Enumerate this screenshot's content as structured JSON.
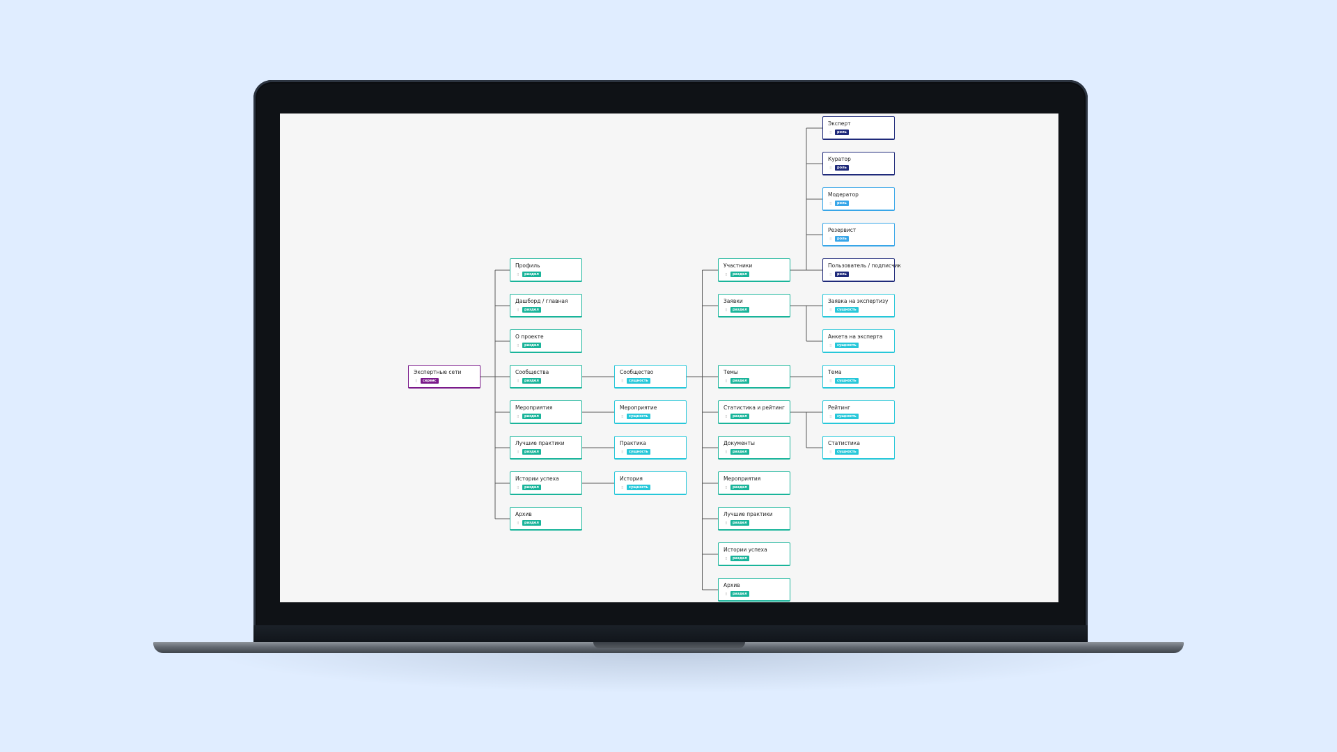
{
  "colors": {
    "page_background": "#e0edff",
    "canvas_background": "#f6f6f6",
    "connector": "#5a5a5a",
    "service": "#7a1a8a",
    "section": "#19b49a",
    "entity": "#26c7d9",
    "role_dark": "#1f2a7a",
    "role_light": "#38a6e8"
  },
  "tags": {
    "service": "сервис",
    "section": "раздел",
    "entity": "сущность",
    "role": "роль"
  },
  "nodes": [
    {
      "id": "root",
      "label": "Экспертные сети",
      "tag": "service",
      "col": 0,
      "row": 7
    },
    {
      "id": "profile",
      "label": "Профиль",
      "tag": "section",
      "col": 1,
      "row": 4
    },
    {
      "id": "dashboard",
      "label": "Дашборд / главная",
      "tag": "section",
      "col": 1,
      "row": 5
    },
    {
      "id": "about",
      "label": "О проекте",
      "tag": "section",
      "col": 1,
      "row": 6
    },
    {
      "id": "communities",
      "label": "Сообщества",
      "tag": "section",
      "col": 1,
      "row": 7
    },
    {
      "id": "events",
      "label": "Мероприятия",
      "tag": "section",
      "col": 1,
      "row": 8
    },
    {
      "id": "practices",
      "label": "Лучшие практики",
      "tag": "section",
      "col": 1,
      "row": 9
    },
    {
      "id": "stories",
      "label": "Истории успеха",
      "tag": "section",
      "col": 1,
      "row": 10
    },
    {
      "id": "archive",
      "label": "Архив",
      "tag": "section",
      "col": 1,
      "row": 11
    },
    {
      "id": "community",
      "label": "Сообщество",
      "tag": "entity",
      "col": 2,
      "row": 7
    },
    {
      "id": "event",
      "label": "Мероприятие",
      "tag": "entity",
      "col": 2,
      "row": 8
    },
    {
      "id": "practice",
      "label": "Практика",
      "tag": "entity",
      "col": 2,
      "row": 9
    },
    {
      "id": "story",
      "label": "История",
      "tag": "entity",
      "col": 2,
      "row": 10
    },
    {
      "id": "participants",
      "label": "Участники",
      "tag": "section",
      "col": 3,
      "row": 4
    },
    {
      "id": "requests",
      "label": "Заявки",
      "tag": "section",
      "col": 3,
      "row": 5
    },
    {
      "id": "topics",
      "label": "Темы",
      "tag": "section",
      "col": 3,
      "row": 7
    },
    {
      "id": "stats_rating",
      "label": "Статистика и рейтинг",
      "tag": "section",
      "col": 3,
      "row": 8
    },
    {
      "id": "documents",
      "label": "Документы",
      "tag": "section",
      "col": 3,
      "row": 9
    },
    {
      "id": "c_events",
      "label": "Мероприятия",
      "tag": "section",
      "col": 3,
      "row": 10
    },
    {
      "id": "c_practices",
      "label": "Лучшие практики",
      "tag": "section",
      "col": 3,
      "row": 11
    },
    {
      "id": "c_stories",
      "label": "Истории успеха",
      "tag": "section",
      "col": 3,
      "row": 12
    },
    {
      "id": "c_archive",
      "label": "Архив",
      "tag": "section",
      "col": 3,
      "row": 13
    },
    {
      "id": "expert",
      "label": "Эксперт",
      "tag": "role",
      "tone": "dark",
      "col": 4,
      "row": 0
    },
    {
      "id": "curator",
      "label": "Куратор",
      "tag": "role",
      "tone": "dark",
      "col": 4,
      "row": 1
    },
    {
      "id": "moderator",
      "label": "Модератор",
      "tag": "role",
      "tone": "light",
      "col": 4,
      "row": 2
    },
    {
      "id": "reservist",
      "label": "Резервист",
      "tag": "role",
      "tone": "light",
      "col": 4,
      "row": 3
    },
    {
      "id": "users",
      "label": "Пользователь / подписчик",
      "tag": "role",
      "tone": "dark",
      "col": 4,
      "row": 4
    },
    {
      "id": "expertise_request",
      "label": "Заявка на экспертизу",
      "tag": "entity",
      "col": 4,
      "row": 5
    },
    {
      "id": "expert_form",
      "label": "Анкета на эксперта",
      "tag": "entity",
      "col": 4,
      "row": 6
    },
    {
      "id": "topic",
      "label": "Тема",
      "tag": "entity",
      "col": 4,
      "row": 7
    },
    {
      "id": "rating",
      "label": "Рейтинг",
      "tag": "entity",
      "col": 4,
      "row": 8
    },
    {
      "id": "statistics",
      "label": "Статистика",
      "tag": "entity",
      "col": 4,
      "row": 9
    }
  ],
  "edges": [
    [
      "root",
      "profile"
    ],
    [
      "root",
      "dashboard"
    ],
    [
      "root",
      "about"
    ],
    [
      "root",
      "communities"
    ],
    [
      "root",
      "events"
    ],
    [
      "root",
      "practices"
    ],
    [
      "root",
      "stories"
    ],
    [
      "root",
      "archive"
    ],
    [
      "communities",
      "community"
    ],
    [
      "events",
      "event"
    ],
    [
      "practices",
      "practice"
    ],
    [
      "stories",
      "story"
    ],
    [
      "community",
      "participants"
    ],
    [
      "community",
      "requests"
    ],
    [
      "community",
      "topics"
    ],
    [
      "community",
      "stats_rating"
    ],
    [
      "community",
      "documents"
    ],
    [
      "community",
      "c_events"
    ],
    [
      "community",
      "c_practices"
    ],
    [
      "community",
      "c_stories"
    ],
    [
      "community",
      "c_archive"
    ],
    [
      "participants",
      "expert"
    ],
    [
      "participants",
      "curator"
    ],
    [
      "participants",
      "moderator"
    ],
    [
      "participants",
      "reservist"
    ],
    [
      "participants",
      "users"
    ],
    [
      "requests",
      "expertise_request"
    ],
    [
      "requests",
      "expert_form"
    ],
    [
      "topics",
      "topic"
    ],
    [
      "stats_rating",
      "rating"
    ],
    [
      "stats_rating",
      "statistics"
    ]
  ]
}
